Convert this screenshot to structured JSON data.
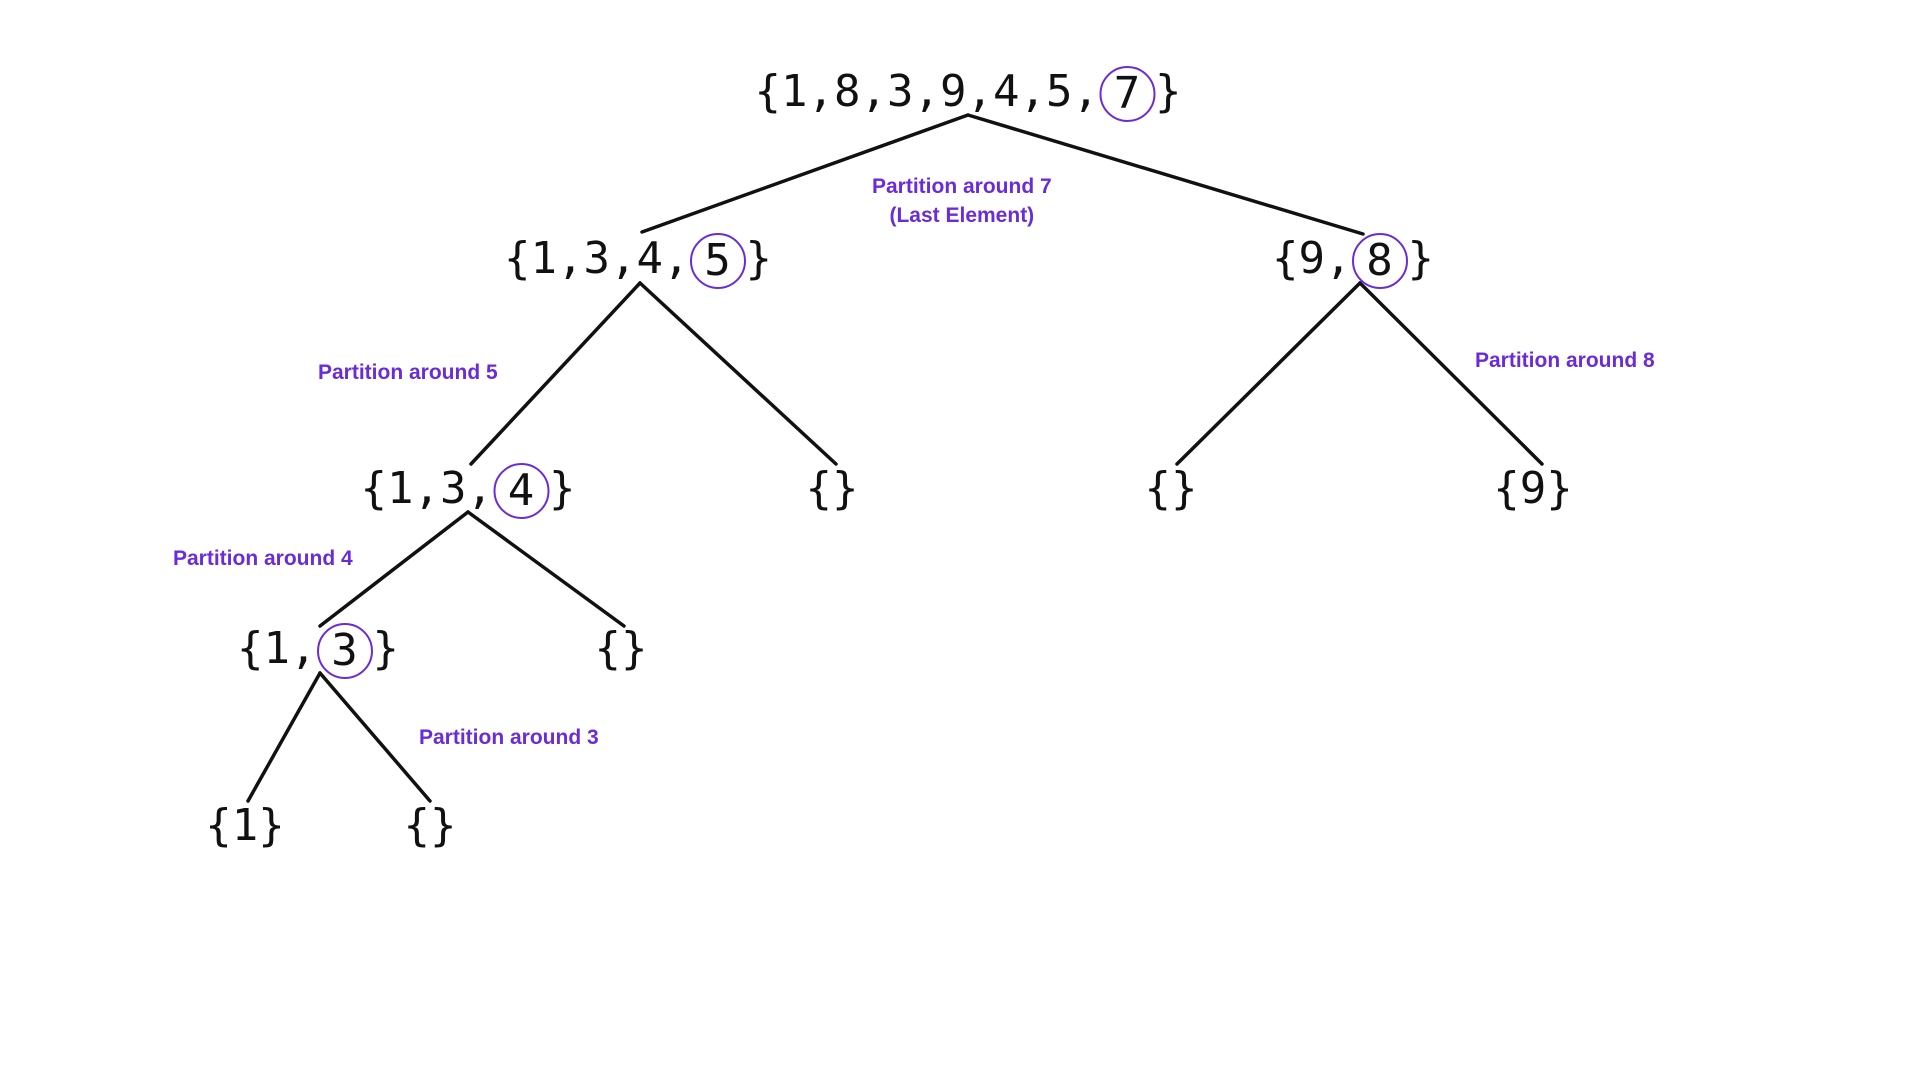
{
  "colors": {
    "label": "#6a2cd8",
    "pivot_ring": "#6a2cd8",
    "edge": "#111111",
    "text": "#111111"
  },
  "nodes": {
    "root": {
      "elements": [
        "1",
        "8",
        "3",
        "9",
        "4",
        "5"
      ],
      "pivot": "7"
    },
    "l": {
      "elements": [
        "1",
        "3",
        "4"
      ],
      "pivot": "5"
    },
    "r": {
      "elements": [
        "9"
      ],
      "pivot": "8"
    },
    "ll": {
      "elements": [
        "1",
        "3"
      ],
      "pivot": "4"
    },
    "lr": {
      "elements": [],
      "pivot": null
    },
    "rl": {
      "elements": [],
      "pivot": null
    },
    "rr": {
      "elements": [
        "9"
      ],
      "pivot": null
    },
    "lll": {
      "elements": [
        "1"
      ],
      "pivot": "3"
    },
    "llr": {
      "elements": [],
      "pivot": null
    },
    "llll": {
      "elements": [
        "1"
      ],
      "pivot": null
    },
    "lllr": {
      "elements": [],
      "pivot": null
    }
  },
  "labels": {
    "p7_line1": "Partition around 7",
    "p7_line2": "(Last Element)",
    "p5": "Partition around 5",
    "p8": "Partition around 8",
    "p4": "Partition around 4",
    "p3": "Partition around 3"
  }
}
